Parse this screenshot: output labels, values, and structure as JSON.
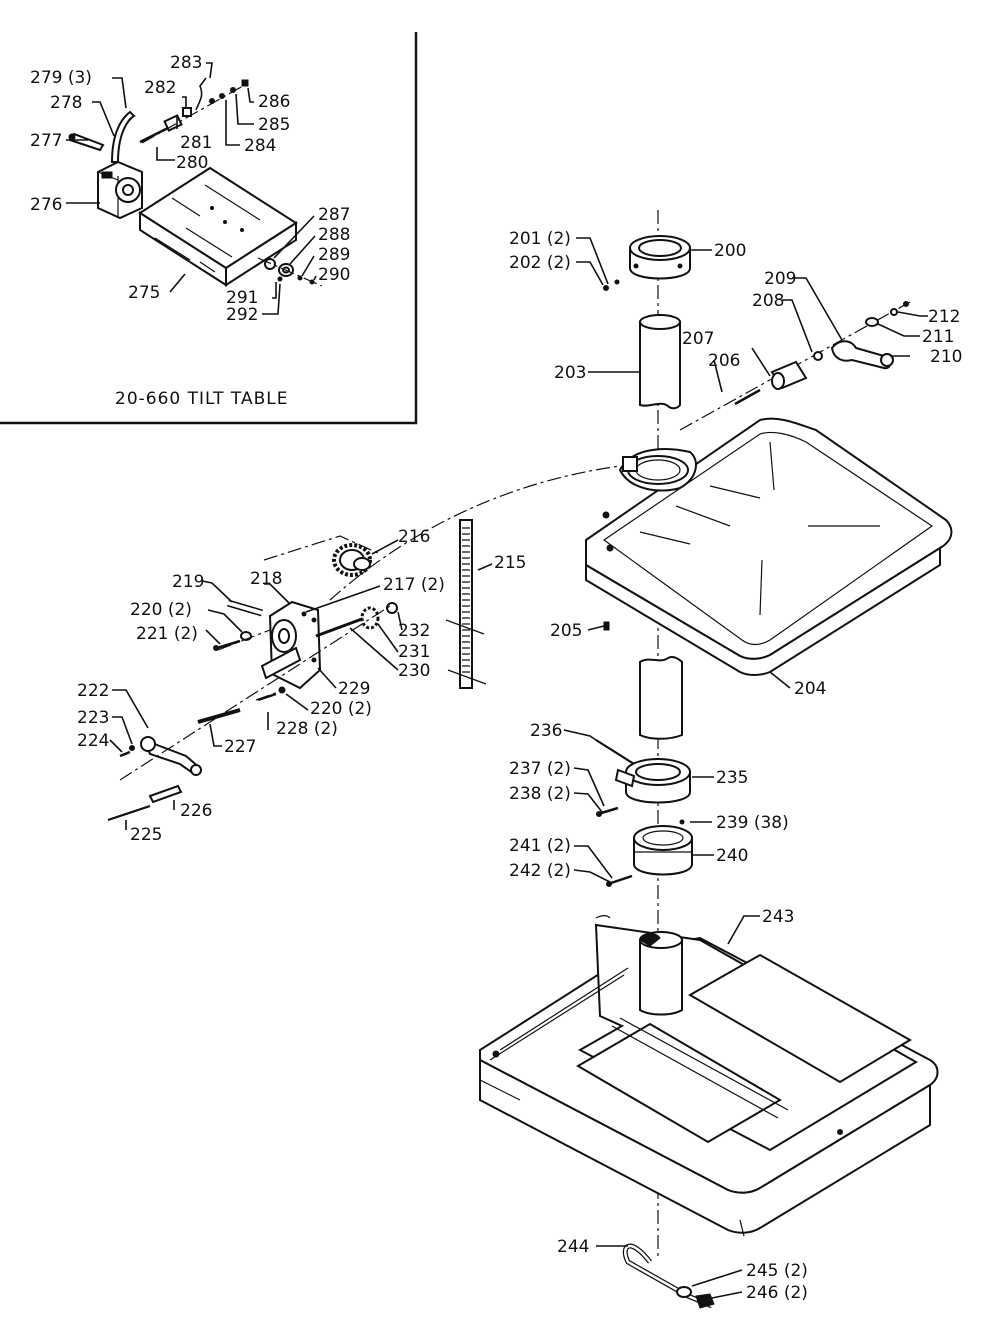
{
  "inset": {
    "title": "20-660 TILT TABLE",
    "labels": {
      "p275": "275",
      "p276": "276",
      "p277": "277",
      "p278": "278",
      "p279": "279 (3)",
      "p280": "280",
      "p281": "281",
      "p282": "282",
      "p283": "283",
      "p284": "284",
      "p285": "285",
      "p286": "286",
      "p287": "287",
      "p288": "288",
      "p289": "289",
      "p290": "290",
      "p291": "291",
      "p292": "292"
    }
  },
  "labels": {
    "p200": "200",
    "p201": "201 (2)",
    "p202": "202 (2)",
    "p203": "203",
    "p204": "204",
    "p205": "205",
    "p206": "206",
    "p207": "207",
    "p208": "208",
    "p209": "209",
    "p210": "210",
    "p211": "211",
    "p212": "212",
    "p215": "215",
    "p216": "216",
    "p217": "217 (2)",
    "p218": "218",
    "p219": "219",
    "p220a": "220 (2)",
    "p220b": "220 (2)",
    "p221": "221 (2)",
    "p222": "222",
    "p223": "223",
    "p224": "224",
    "p225": "225",
    "p226": "226",
    "p227": "227",
    "p228": "228 (2)",
    "p229": "229",
    "p230": "230",
    "p231": "231",
    "p232": "232",
    "p235": "235",
    "p236": "236",
    "p237": "237 (2)",
    "p238": "238 (2)",
    "p239": "239 (38)",
    "p240": "240",
    "p241": "241 (2)",
    "p242": "242 (2)",
    "p243": "243",
    "p244": "244",
    "p245": "245 (2)",
    "p246": "246 (2)"
  }
}
